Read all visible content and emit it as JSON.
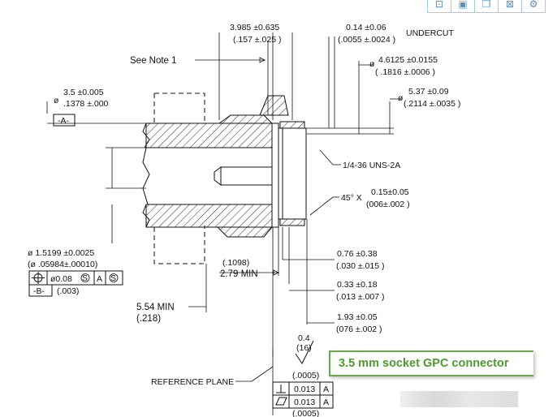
{
  "toolbar": {
    "icons": [
      "image-search-icon",
      "save-icon",
      "copy-icon",
      "image-icon",
      "settings-icon"
    ]
  },
  "drawing": {
    "dim_top_1": "3.985 ±0.635",
    "dim_top_2": "(.157 ±.025 )",
    "undercut_1": "0.14 ±0.06",
    "undercut_2": "(.0055 ±.0024 )",
    "undercut_label": "UNDERCUT",
    "see_note": "See Note 1",
    "dia_outer_1": "4.6125 ±0.0155",
    "dia_outer_2": "( .1816 ±.0006 )",
    "dia_a_sym": "ø",
    "dia_a_1": "3.5 ±0.005",
    "dia_a_2": ".1378 ±.000",
    "datum_a": "-A-",
    "dia_right_1": "5.37 ±0.09",
    "dia_right_2": "(.2114 ±.0035 )",
    "thread": "1/4-36 UNS-2A",
    "chamfer_angle": "45° X",
    "chamfer_1": "0.15±0.05",
    "chamfer_2": "(006±.002 )",
    "dia_b_1": "ø 1.5199 ±0.0025",
    "dia_b_2": "(ø .05984±.00010)",
    "fcf_tol": "ø0.08",
    "fcf_s1": "S",
    "fcf_a": "A",
    "fcf_s2": "S",
    "datum_b": "-B-",
    "datum_b_val": "(.003)",
    "min_1098": "(.1098)",
    "min_279": "2.79  MIN",
    "dim_076_1": "0.76 ±0.38",
    "dim_076_2": "(.030 ±.015 )",
    "dim_033_1": "0.33 ±0.18",
    "dim_033_2": "(.013 ±.007 )",
    "dim_554_1": "5.54   MIN",
    "dim_554_2": "(.218)",
    "dim_193_1": "1.93 ±0.05",
    "dim_193_2": "(076 ±.002 )",
    "finish_1": "0.4",
    "finish_2": "(16)",
    "ref_plane": "REFERENCE PLANE",
    "tol_top": "(.0005)",
    "tol_perp": "0.013",
    "tol_perp_ref": "A",
    "tol_flat": "0.013",
    "tol_flat_ref": "A",
    "tol_bottom": "(.0005)"
  },
  "caption": {
    "text": "3.5 mm socket GPC connector",
    "accent": "#4d9a2e"
  }
}
